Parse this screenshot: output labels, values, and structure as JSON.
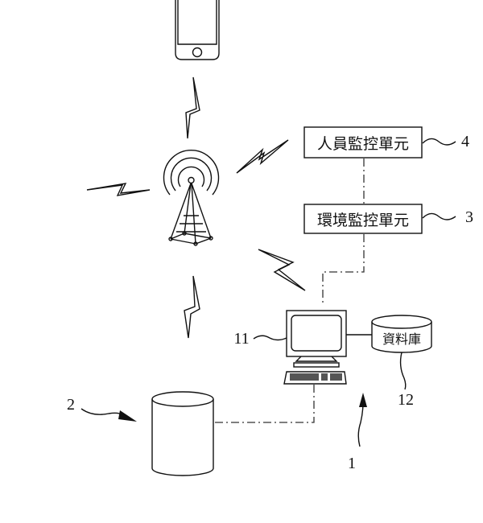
{
  "diagram": {
    "units": {
      "personnel_monitor": {
        "label": "人員監控單元",
        "ref": "4"
      },
      "environment_monitor": {
        "label": "環境監控單元",
        "ref": "3"
      }
    },
    "computer": {
      "ref": "11"
    },
    "database": {
      "label": "資料庫",
      "ref": "12"
    },
    "server_storage": {
      "ref": "2"
    },
    "system": {
      "ref": "1"
    },
    "icons": [
      "smartphone-icon",
      "cell-tower-icon",
      "wireless-link-icon",
      "computer-icon",
      "keyboard-icon",
      "database-icon",
      "cylinder-storage-icon"
    ]
  }
}
